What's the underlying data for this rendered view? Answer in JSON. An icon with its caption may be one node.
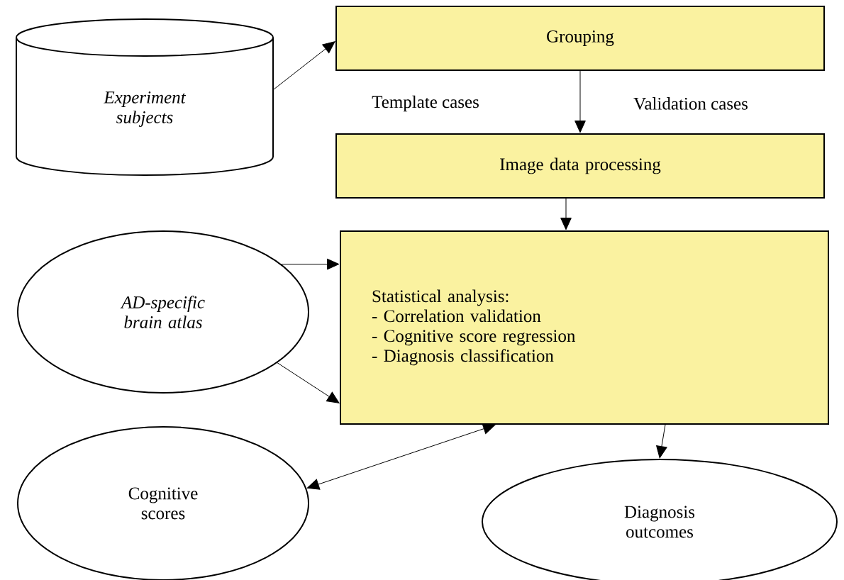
{
  "diagram": {
    "nodes": [
      {
        "text": [
          "Experiment subjects"
        ]
      },
      {
        "text": [
          "Grouping"
        ]
      },
      {
        "text": [
          "Image data processing"
        ]
      },
      {
        "text": [
          "Statistical analysis:",
          "- Correlation validation",
          "- Cognitive score regression",
          "- Diagnosis classification"
        ]
      },
      {
        "text": [
          "AD-specific brain atlas"
        ]
      },
      {
        "text": [
          "Cognitive scores"
        ]
      },
      {
        "text": [
          "Diagnosis outcomes"
        ]
      }
    ],
    "edges": [
      {
        "from": 0,
        "to": 1,
        "arrow": "to"
      },
      {
        "from": 1,
        "to": 2,
        "arrow": "to"
      },
      {
        "from": 2,
        "to": 3,
        "arrow": "to"
      },
      {
        "from": 4,
        "to": 3,
        "arrow": "to"
      },
      {
        "from": 4,
        "to": 3,
        "arrow": "to"
      },
      {
        "from": 3,
        "to": 5,
        "arrow": "both"
      },
      {
        "from": 3,
        "to": 6,
        "arrow": "to"
      }
    ],
    "labels": [
      "Template cases",
      "Validation cases"
    ]
  }
}
